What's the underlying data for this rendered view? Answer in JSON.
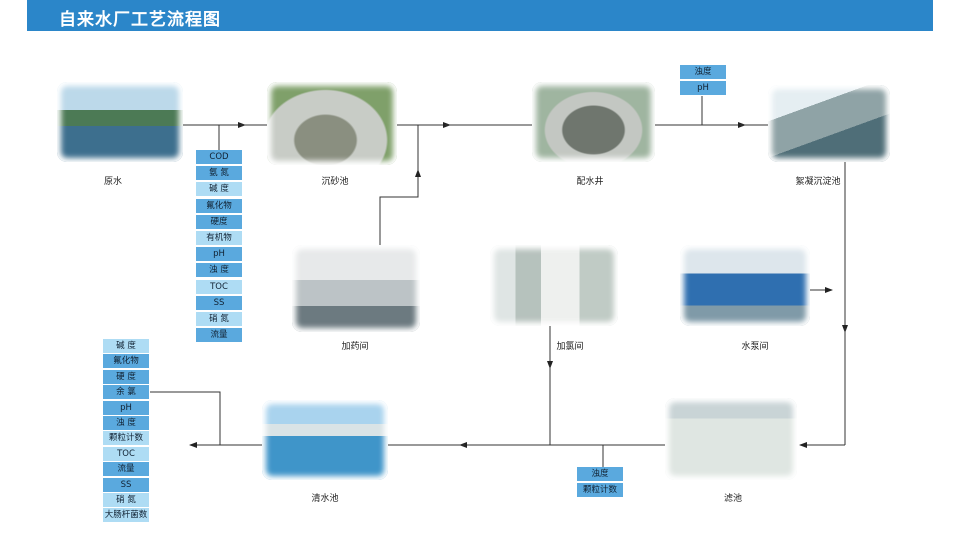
{
  "title": "自来水厂工艺流程图",
  "stages": {
    "raw": "原水",
    "grit": "沉砂池",
    "dist": "配水井",
    "floc": "絮凝沉淀池",
    "dosing": "加药间",
    "chlorine": "加氯间",
    "pump": "水泵间",
    "filter": "滤池",
    "clear": "清水池"
  },
  "raw_params": [
    {
      "label": "COD",
      "tone": "d"
    },
    {
      "label": "氨 氮",
      "tone": "d"
    },
    {
      "label": "碱 度",
      "tone": "l"
    },
    {
      "label": "氟化物",
      "tone": "d"
    },
    {
      "label": "硬度",
      "tone": "d"
    },
    {
      "label": "有机物",
      "tone": "l"
    },
    {
      "label": "pH",
      "tone": "d"
    },
    {
      "label": "浊 度",
      "tone": "d"
    },
    {
      "label": "TOC",
      "tone": "l"
    },
    {
      "label": "SS",
      "tone": "d"
    },
    {
      "label": "硝 氮",
      "tone": "l"
    },
    {
      "label": "流量",
      "tone": "d"
    }
  ],
  "floc_params": [
    {
      "label": "浊度",
      "tone": "d"
    },
    {
      "label": "pH",
      "tone": "d"
    }
  ],
  "filter_params": [
    {
      "label": "浊度",
      "tone": "d"
    },
    {
      "label": "颗粒计数",
      "tone": "d"
    }
  ],
  "out_params": [
    {
      "label": "碱 度",
      "tone": "l"
    },
    {
      "label": "氟化物",
      "tone": "d"
    },
    {
      "label": "硬 度",
      "tone": "d"
    },
    {
      "label": "余 氯",
      "tone": "d"
    },
    {
      "label": "pH",
      "tone": "d"
    },
    {
      "label": "浊 度",
      "tone": "d"
    },
    {
      "label": "颗粒计数",
      "tone": "l"
    },
    {
      "label": "TOC",
      "tone": "l"
    },
    {
      "label": "流量",
      "tone": "d"
    },
    {
      "label": "SS",
      "tone": "d"
    },
    {
      "label": "硝 氮",
      "tone": "l"
    },
    {
      "label": "大肠杆菌数",
      "tone": "l"
    }
  ]
}
